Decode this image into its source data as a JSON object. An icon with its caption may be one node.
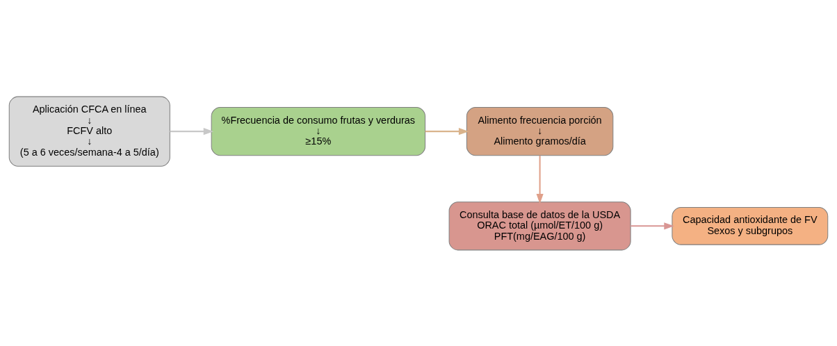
{
  "diagram": {
    "nodes": [
      {
        "text": [
          "Aplicación CFCA en línea",
          "↓",
          "FCFV alto",
          "↓",
          "(5 a 6 veces/semana-4 a 5/día)"
        ]
      },
      {
        "text": [
          "%Frecuencia de consumo frutas y verduras",
          "↓",
          "≥15%"
        ]
      },
      {
        "text": [
          "Alimento frecuencia porción",
          "↓",
          "Alimento gramos/día"
        ]
      },
      {
        "text": [
          "Consulta base de datos de la USDA",
          "ORAC total (µmol/ET/100 g)",
          "PFT(mg/EAG/100 g)"
        ]
      },
      {
        "text": [
          "Capacidad antioxidante de FV",
          "Sexos y subgrupos"
        ]
      }
    ],
    "edges": [
      {
        "from": 0,
        "to": 1,
        "arrow": "to",
        "color": "#c8c8c8"
      },
      {
        "from": 1,
        "to": 2,
        "arrow": "to",
        "color": "#d9b38c"
      },
      {
        "from": 2,
        "to": 3,
        "arrow": "to",
        "color": "#e0a08a"
      },
      {
        "from": 3,
        "to": 4,
        "arrow": "to",
        "color": "#d99694"
      }
    ]
  }
}
